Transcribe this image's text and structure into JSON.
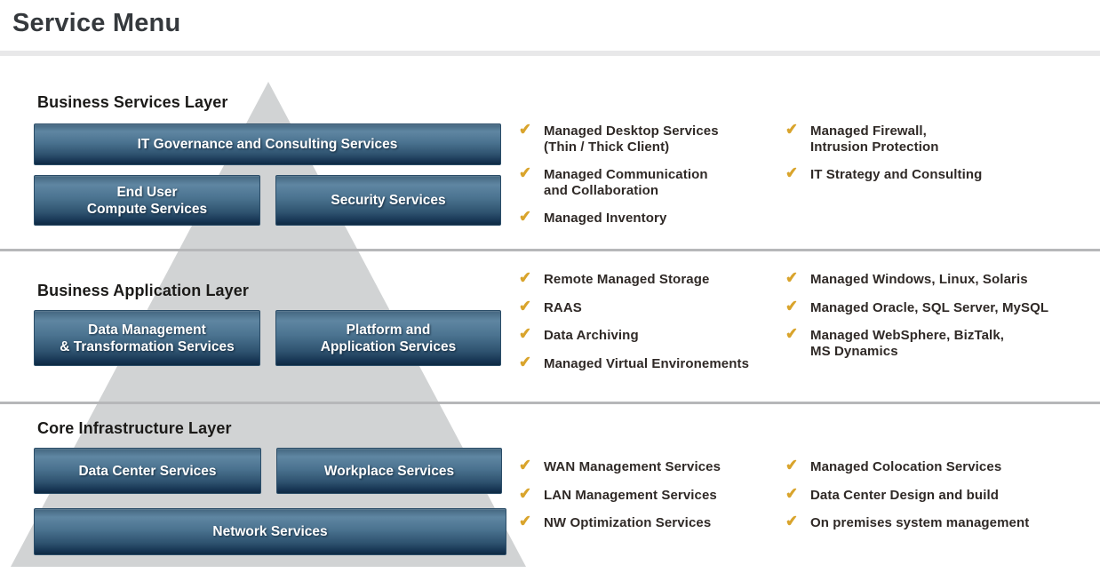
{
  "title": "Service Menu",
  "colors": {
    "check": "#d9a42c",
    "box_gradient_top": "#5f86a2",
    "box_gradient_bottom": "#0f2a42",
    "box_border": "#2b4d68",
    "pyramid_gray": "#d1d3d4",
    "divider_gray": "#b6b7b9",
    "title_divider_gray": "#e8e8e9",
    "heading_text": "#1b1a18",
    "list_text": "#2f2926",
    "title_text": "#35393d"
  },
  "icons": {
    "check": "✔"
  },
  "layers": [
    {
      "id": "business-services",
      "heading": "Business Services Layer",
      "boxes": [
        {
          "id": "it-governance",
          "label": "IT Governance and Consulting Services"
        },
        {
          "id": "end-user-compute",
          "label": "End User\nCompute Services"
        },
        {
          "id": "security",
          "label": "Security Services"
        }
      ],
      "checklists": [
        [
          "Managed Desktop Services\n(Thin / Thick Client)",
          "Managed Communication\nand Collaboration",
          "Managed Inventory"
        ],
        [
          "Managed Firewall,\nIntrusion Protection",
          "IT Strategy and Consulting"
        ]
      ]
    },
    {
      "id": "business-application",
      "heading": "Business Application Layer",
      "boxes": [
        {
          "id": "data-management",
          "label": "Data Management\n& Transformation Services"
        },
        {
          "id": "platform-application",
          "label": "Platform and\nApplication Services"
        }
      ],
      "checklists": [
        [
          "Remote Managed Storage",
          "RAAS",
          "Data Archiving",
          "Managed Virtual Environements"
        ],
        [
          "Managed Windows, Linux, Solaris",
          "Managed Oracle, SQL Server, MySQL",
          "Managed WebSphere, BizTalk,\nMS Dynamics"
        ]
      ]
    },
    {
      "id": "core-infrastructure",
      "heading": "Core Infrastructure Layer",
      "boxes": [
        {
          "id": "data-center",
          "label": "Data Center Services"
        },
        {
          "id": "workplace",
          "label": "Workplace Services"
        },
        {
          "id": "network",
          "label": "Network Services"
        }
      ],
      "checklists": [
        [
          "WAN Management Services",
          "LAN Management Services",
          "NW Optimization Services"
        ],
        [
          "Managed Colocation Services",
          "Data Center Design and build",
          "On premises system management"
        ]
      ]
    }
  ]
}
